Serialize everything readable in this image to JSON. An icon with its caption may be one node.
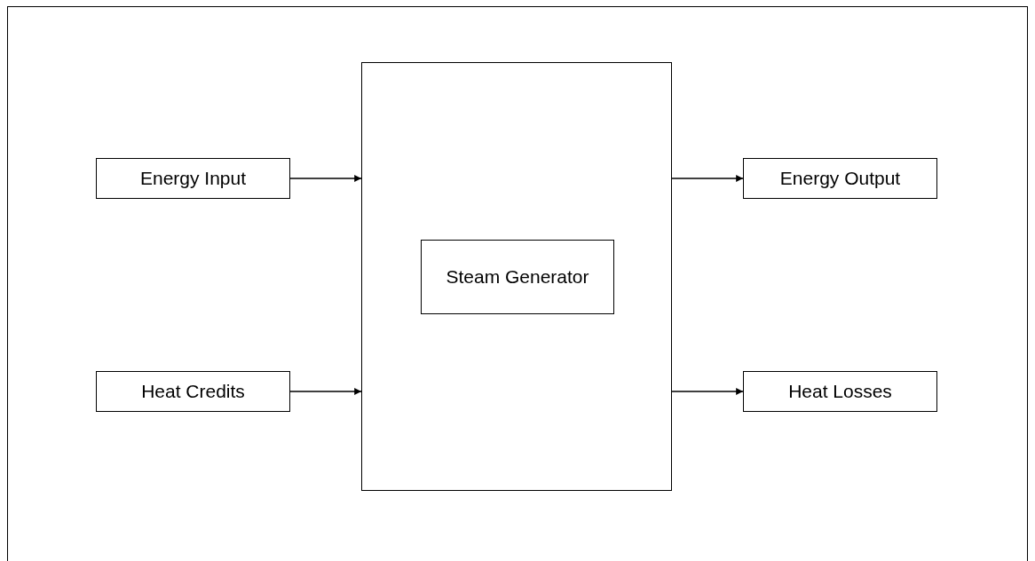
{
  "diagram": {
    "nodes": [
      {
        "text": [
          "Energy Input"
        ]
      },
      {
        "text": [
          "Heat Credits"
        ]
      },
      {
        "text": [],
        "shape": "box"
      },
      {
        "text": [
          "Steam Generator"
        ],
        "in": 2
      },
      {
        "text": [
          "Energy Output"
        ]
      },
      {
        "text": [
          "Heat Losses"
        ]
      }
    ],
    "edges": [
      {
        "from": 0,
        "to": 2,
        "arrow": "to"
      },
      {
        "from": 1,
        "to": 2,
        "arrow": "to"
      },
      {
        "from": 2,
        "to": 4,
        "arrow": "to"
      },
      {
        "from": 2,
        "to": 5,
        "arrow": "to"
      }
    ]
  }
}
